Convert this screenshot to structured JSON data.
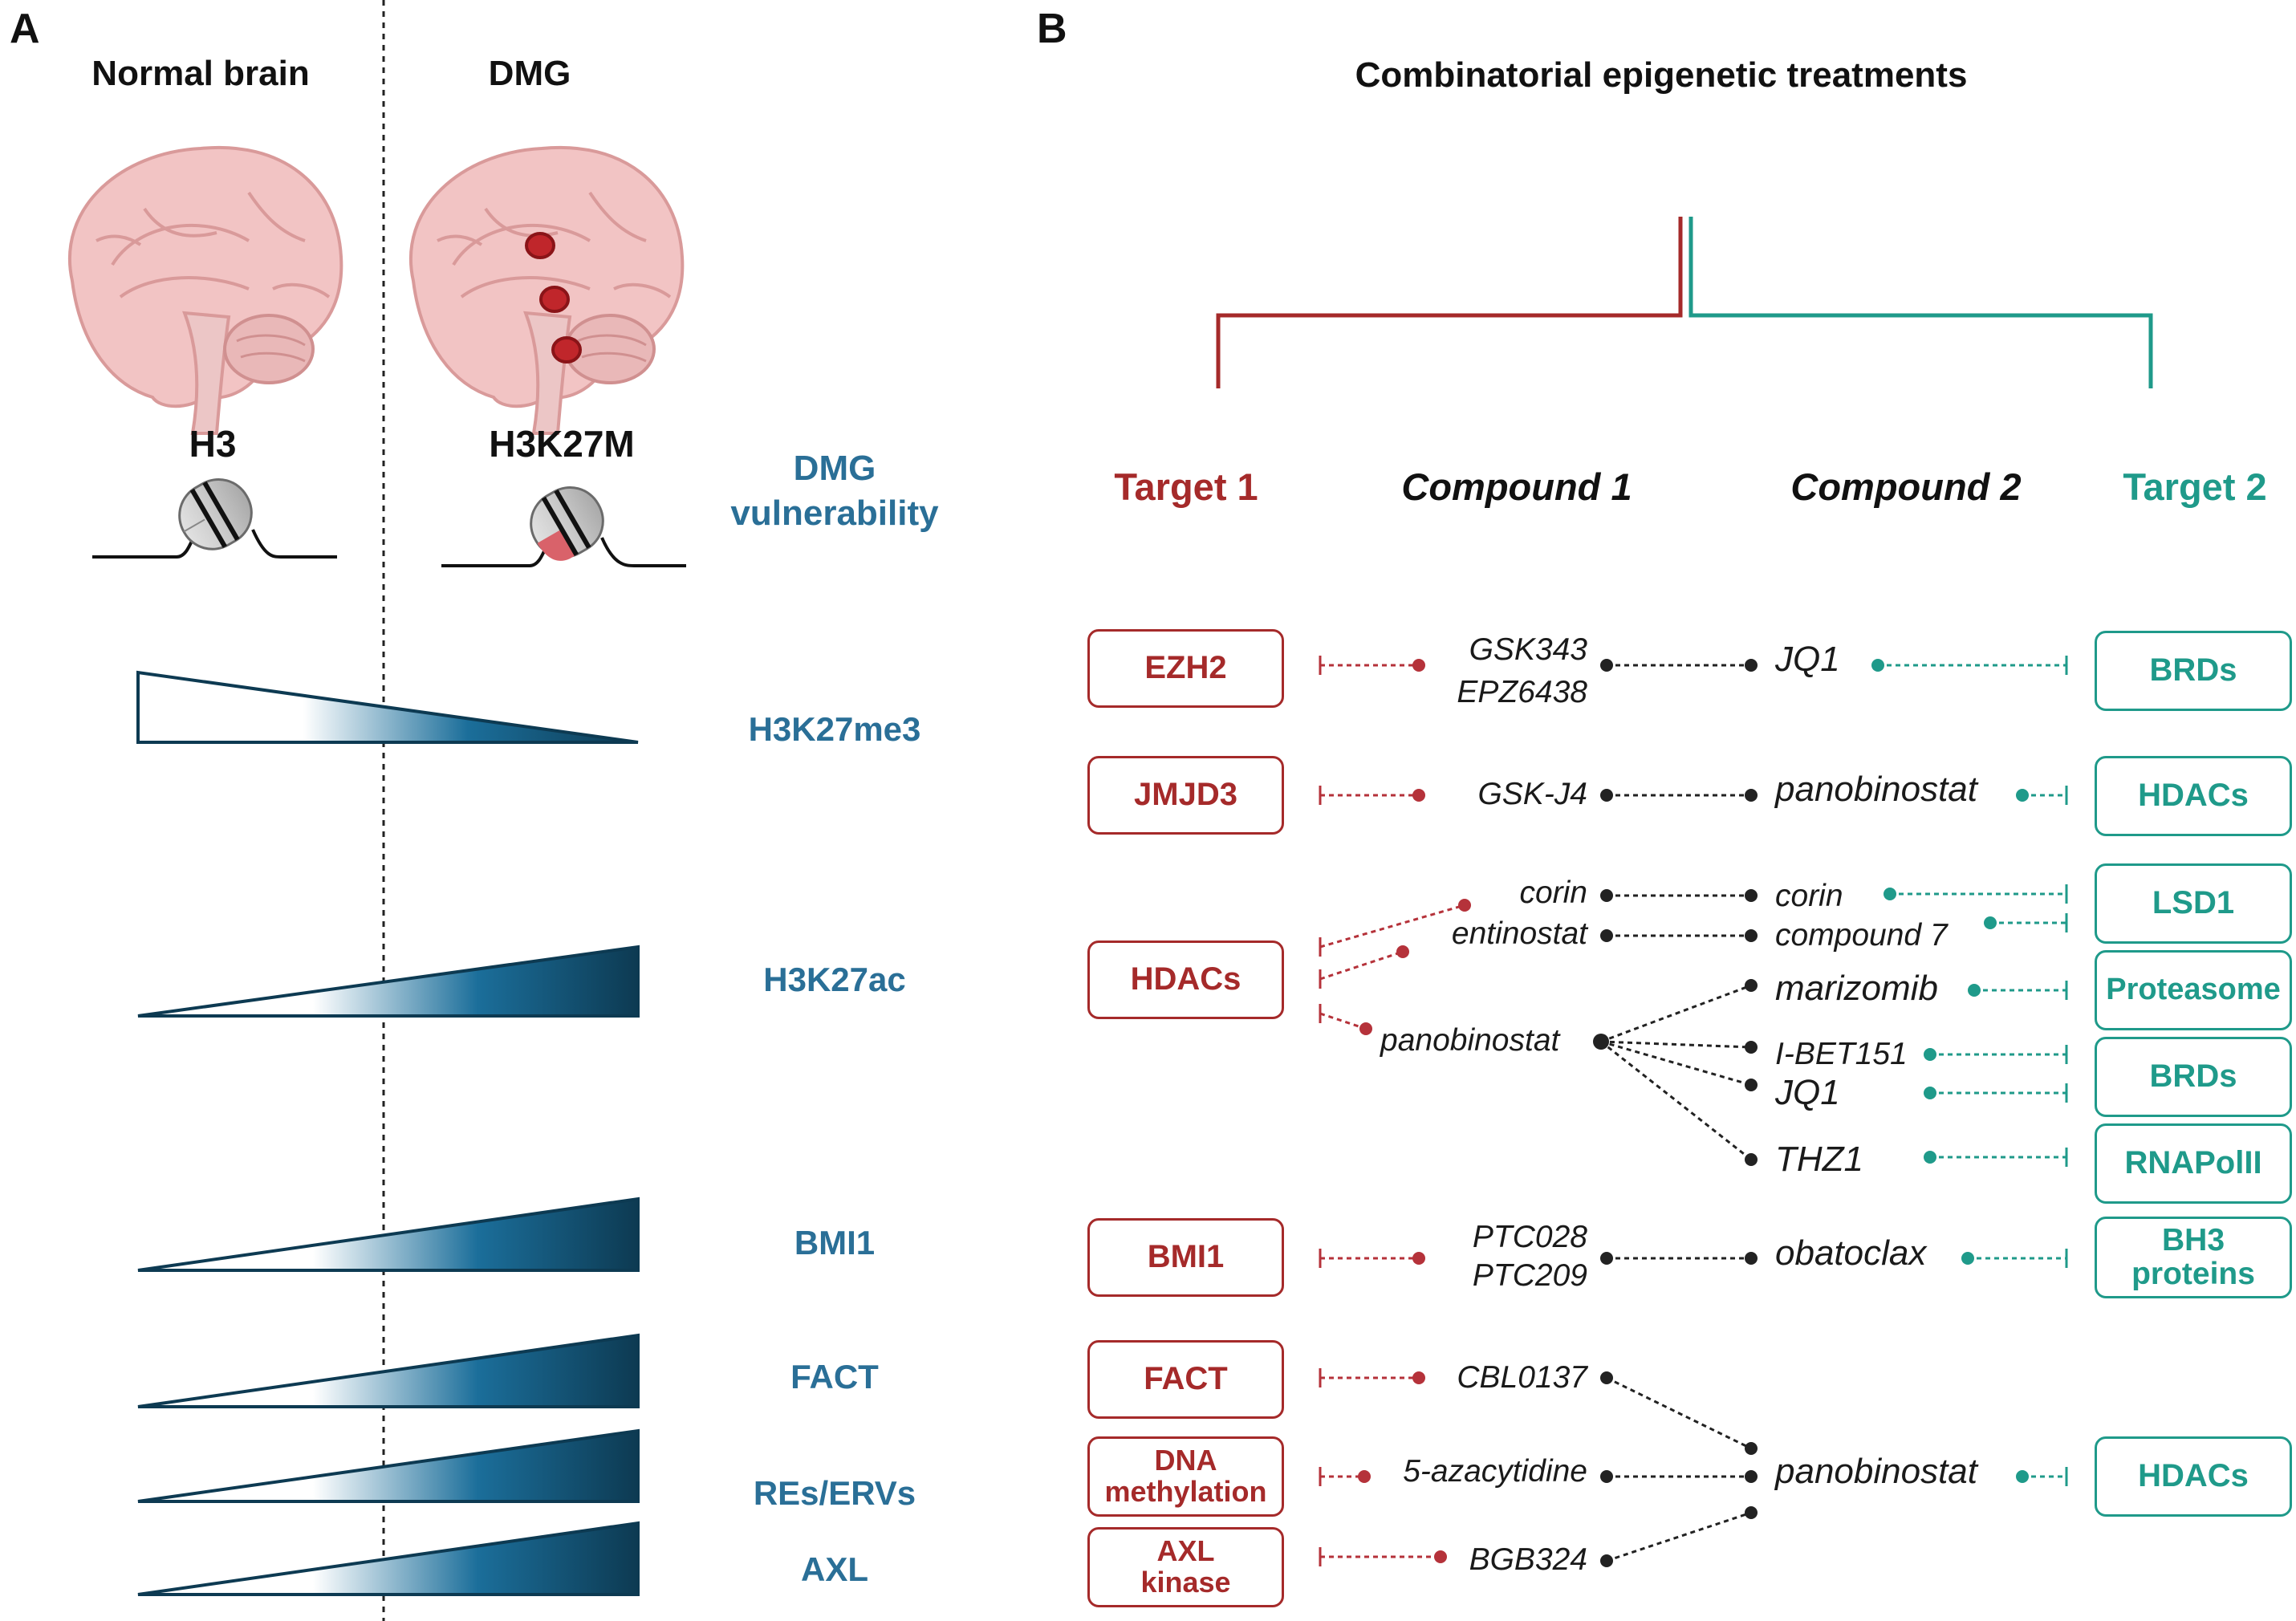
{
  "panelA": {
    "letter": "A",
    "col_normal": "Normal brain",
    "col_dmg": "DMG",
    "histone_normal": "H3",
    "histone_dmg": "H3K27M",
    "vulnerability_title": [
      "DMG",
      "vulnerability"
    ],
    "marks": [
      {
        "label": "H3K27me3",
        "trend": "decrease"
      },
      {
        "label": "H3K27ac",
        "trend": "increase"
      },
      {
        "label": "BMI1",
        "trend": "increase"
      },
      {
        "label": "FACT",
        "trend": "increase"
      },
      {
        "label": "REs/ERVs",
        "trend": "increase"
      },
      {
        "label": "AXL",
        "trend": "increase"
      }
    ]
  },
  "panelB": {
    "letter": "B",
    "title": "Combinatorial epigenetic  treatments",
    "headers": {
      "target1": "Target 1",
      "compound1": "Compound 1",
      "compound2": "Compound 2",
      "target2": "Target 2"
    },
    "targets1": [
      {
        "lines": [
          "EZH2"
        ]
      },
      {
        "lines": [
          "JMJD3"
        ]
      },
      {
        "lines": [
          "HDACs"
        ]
      },
      {
        "lines": [
          "BMI1"
        ]
      },
      {
        "lines": [
          "FACT"
        ]
      },
      {
        "lines": [
          "DNA",
          "methylation"
        ]
      },
      {
        "lines": [
          "AXL",
          "kinase"
        ]
      }
    ],
    "compounds1": [
      "GSK343",
      "EPZ6438",
      "GSK-J4",
      "corin",
      "entinostat",
      "panobinostat",
      "PTC028",
      "PTC209",
      "CBL0137",
      "5-azacytidine",
      "BGB324"
    ],
    "compounds2": [
      "JQ1",
      "panobinostat",
      "corin",
      "compound 7",
      "marizomib",
      "I-BET151",
      "JQ1",
      "THZ1",
      "obatoclax",
      "panobinostat"
    ],
    "targets2": [
      {
        "lines": [
          "BRDs"
        ]
      },
      {
        "lines": [
          "HDACs"
        ]
      },
      {
        "lines": [
          "LSD1"
        ]
      },
      {
        "lines": [
          "Proteasome"
        ]
      },
      {
        "lines": [
          "BRDs"
        ]
      },
      {
        "lines": [
          "RNAPolII"
        ]
      },
      {
        "lines": [
          "BH3",
          "proteins"
        ]
      },
      {
        "lines": [
          "HDACs"
        ]
      }
    ]
  },
  "colors": {
    "target1_red": "#a52a2a",
    "target2_teal": "#1f9a8a",
    "mark_blue": "#2a6f97",
    "triangle_dark": "#0d3a52",
    "brain_pink": "#f2c4c4",
    "tumor_red": "#c0262b"
  },
  "icons": [
    "brain-sagittal-icon",
    "tumor-spot-icon",
    "nucleosome-icon"
  ]
}
